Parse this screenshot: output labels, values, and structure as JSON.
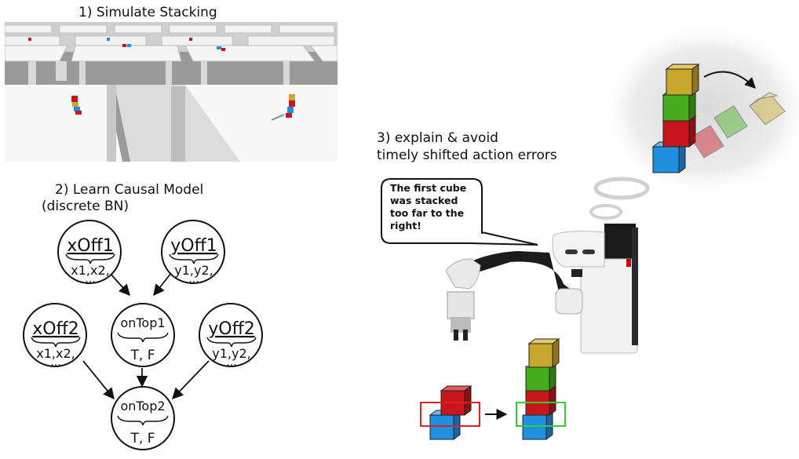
{
  "step1": {
    "title": "1) Simulate Stacking"
  },
  "step2": {
    "title_line1": "2) Learn Causal Model",
    "title_line2": "(discrete BN)"
  },
  "step3": {
    "title_line1": "3) explain & avoid",
    "title_line2": "timely shifted action errors"
  },
  "speech_bubble": {
    "line1": "The first cube",
    "line2": "was stacked",
    "line3": "too far to the",
    "line4": "right!"
  },
  "bn_nodes": {
    "xOff1": {
      "name": "xOff1",
      "values_line1": "x1,x2,",
      "values_line2": "..."
    },
    "yOff1": {
      "name": "yOff1",
      "values_line1": "y1,y2,",
      "values_line2": "..."
    },
    "xOff2": {
      "name": "xOff2",
      "values_line1": "x1,x2,",
      "values_line2": "..."
    },
    "yOff2": {
      "name": "yOff2",
      "values_line1": "y1,y2,",
      "values_line2": "..."
    },
    "onTop1": {
      "name": "onTop1",
      "values_line1": "T, F"
    },
    "onTop2": {
      "name": "onTop2",
      "values_line1": "T, F"
    }
  },
  "colors": {
    "cube_blue": "#1f8fe0",
    "cube_red": "#c8161c",
    "cube_green": "#45ad1d",
    "cube_yellow": "#c9a62c",
    "box_red": "#e02020",
    "box_green": "#30d030"
  }
}
